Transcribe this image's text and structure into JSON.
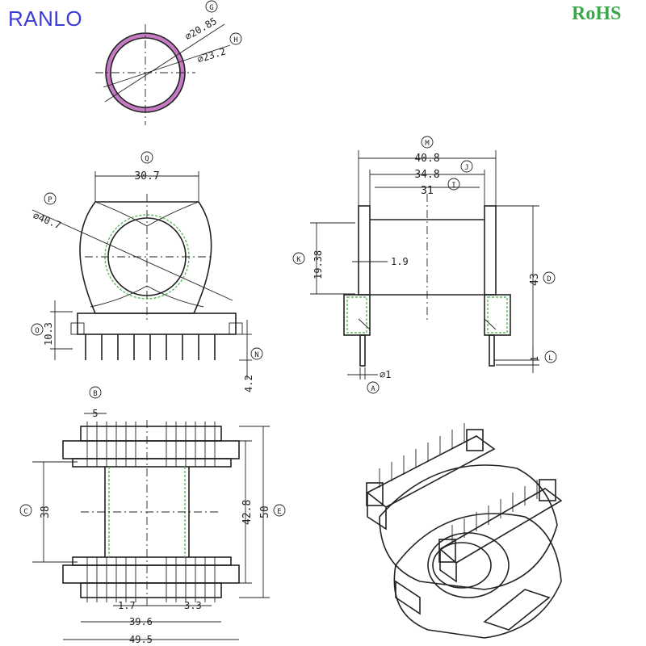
{
  "brand": "RANLO",
  "certification": "RoHS",
  "top_ring": {
    "marker_g": "G",
    "marker_h": "H",
    "dim_inner": "⌀20.85",
    "dim_outer": "⌀23.2"
  },
  "front_view": {
    "marker_q": "Q",
    "marker_p": "P",
    "marker_o": "O",
    "marker_n": "N",
    "dim_width": "30.7",
    "dim_diameter": "⌀40.7",
    "dim_base": "10.3",
    "dim_pin": "4.2"
  },
  "side_view": {
    "marker_m": "M",
    "marker_j": "J",
    "marker_i": "I",
    "marker_k": "K",
    "marker_d": "D",
    "marker_l": "L",
    "marker_a": "A",
    "dim_total": "40.8",
    "dim_mid": "34.8",
    "dim_inner": "31",
    "dim_height": "19.38",
    "dim_wall": "1.9",
    "dim_total_height": "43",
    "dim_pin_len": "1",
    "dim_pin_dia": "⌀1"
  },
  "bottom_view": {
    "marker_b": "B",
    "marker_c": "C",
    "marker_e": "E",
    "dim_pitch": "5",
    "dim_inner_span": "38",
    "dim_mid_span": "42.8",
    "dim_outer_span": "50",
    "dim_slot": "1.7",
    "dim_pad": "3.3",
    "dim_row": "39.6",
    "dim_total": "49.5"
  },
  "colors": {
    "brand": "#3d3bd6",
    "rohs": "#3aa84a",
    "ring": "#c77ac4",
    "guide": "#5cb85c"
  }
}
